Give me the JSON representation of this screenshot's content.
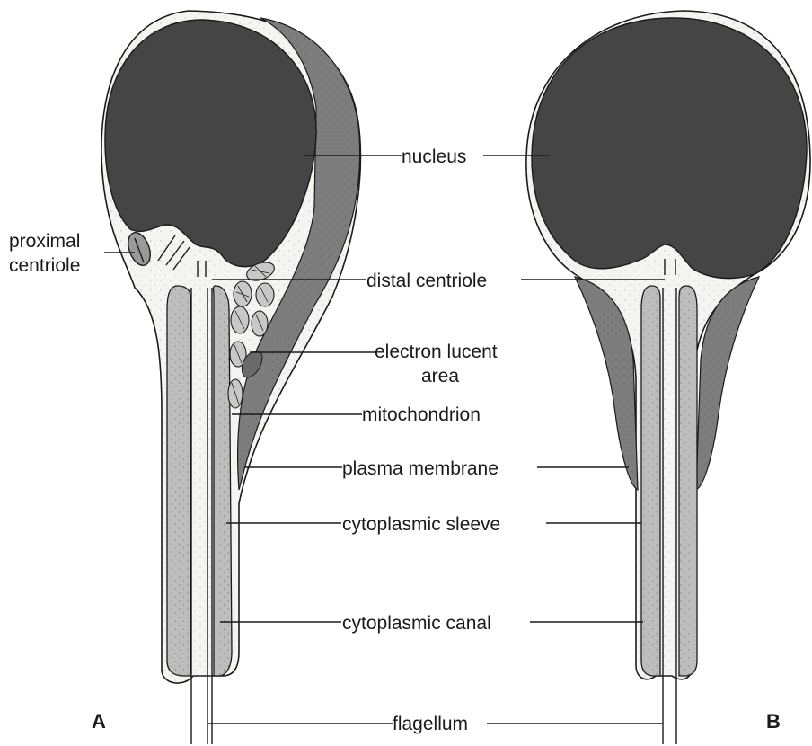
{
  "panels": {
    "a": "A",
    "b": "B"
  },
  "labels": {
    "nucleus": "nucleus",
    "proximal_centriole_1": "proximal",
    "proximal_centriole_2": "centriole",
    "distal_centriole": "distal centriole",
    "electron_lucent_1": "electron lucent",
    "electron_lucent_2": "area",
    "mitochondrion": "mitochondrion",
    "plasma_membrane": "plasma membrane",
    "cytoplasmic_sleeve": "cytoplasmic sleeve",
    "cytoplasmic_canal": "cytoplasmic canal",
    "flagellum": "flagellum"
  },
  "colors": {
    "nucleus": "#454545",
    "membrane_shade": "#7d7d7d",
    "sleeve": "#bdbdbd",
    "cytoplasm": "#f4f4f0",
    "outline": "#1a1a1a"
  }
}
